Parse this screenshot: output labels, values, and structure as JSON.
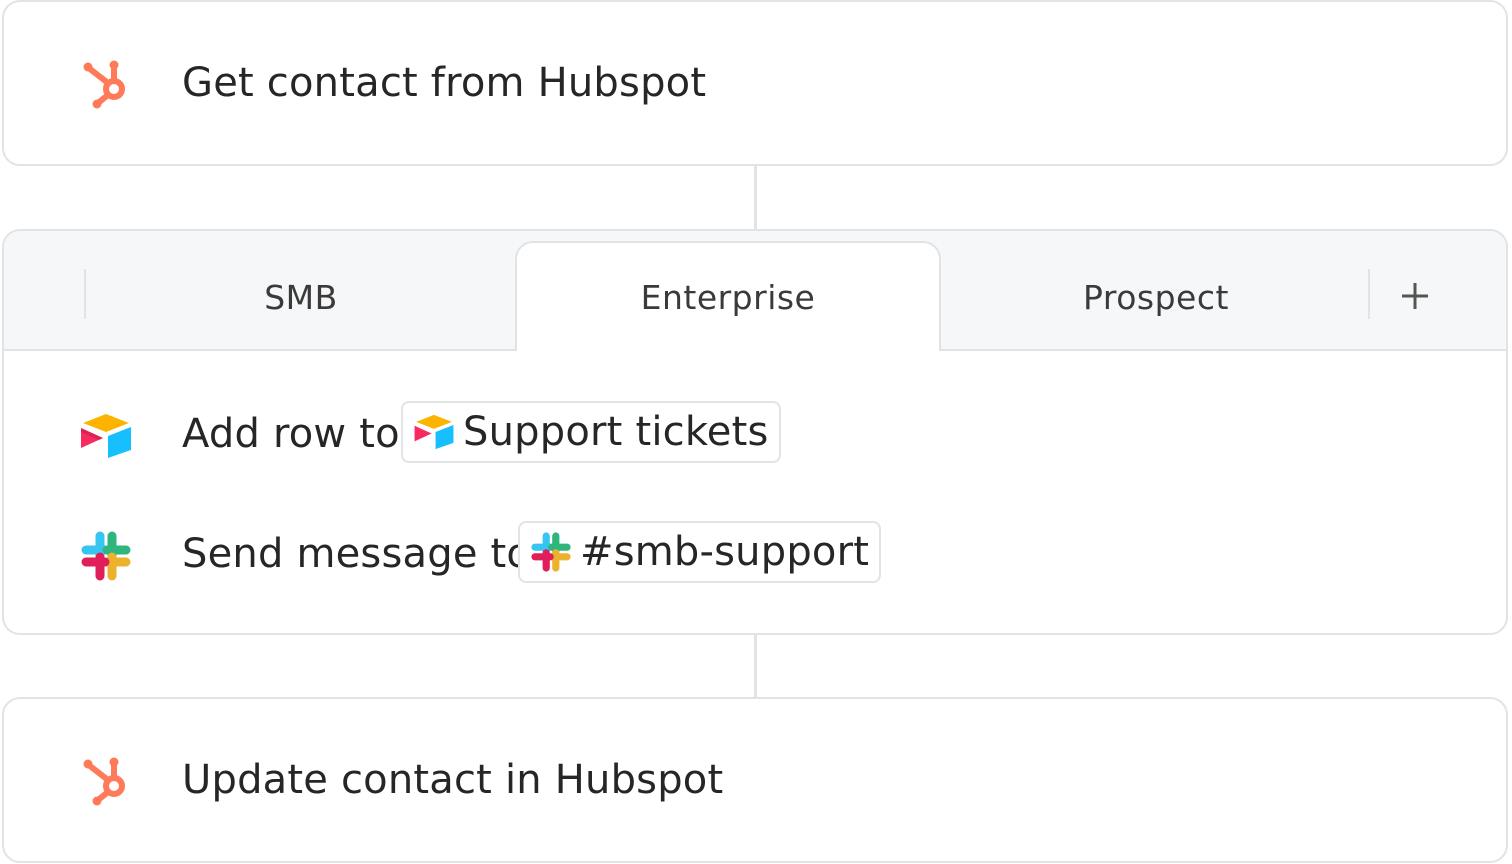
{
  "steps": {
    "top": {
      "icon": "hubspot-icon",
      "label": "Get contact from Hubspot"
    },
    "bottom": {
      "icon": "hubspot-icon",
      "label": "Update contact in Hubspot"
    }
  },
  "branch": {
    "tabs": [
      {
        "label": "SMB",
        "active": false
      },
      {
        "label": "Enterprise",
        "active": true
      },
      {
        "label": "Prospect",
        "active": false
      }
    ],
    "add_tab_icon": "plus-icon",
    "actions": [
      {
        "icon": "airtable-icon",
        "label": "Add row to",
        "target": {
          "icon": "airtable-icon",
          "label": "Support tickets"
        }
      },
      {
        "icon": "slack-icon",
        "label": "Send message to",
        "target": {
          "icon": "slack-icon",
          "label": "#smb-support"
        }
      }
    ]
  },
  "colors": {
    "hubspot": "#ff7a59",
    "airtable_yellow": "#fcb400",
    "airtable_blue": "#18bfff",
    "airtable_red": "#f82b60",
    "slack_blue": "#36c5f0",
    "slack_green": "#2eb67d",
    "slack_yellow": "#ecb22e",
    "slack_red": "#e01e5a",
    "border": "#e2e3e5",
    "tabbar_bg": "#f6f7f8"
  }
}
